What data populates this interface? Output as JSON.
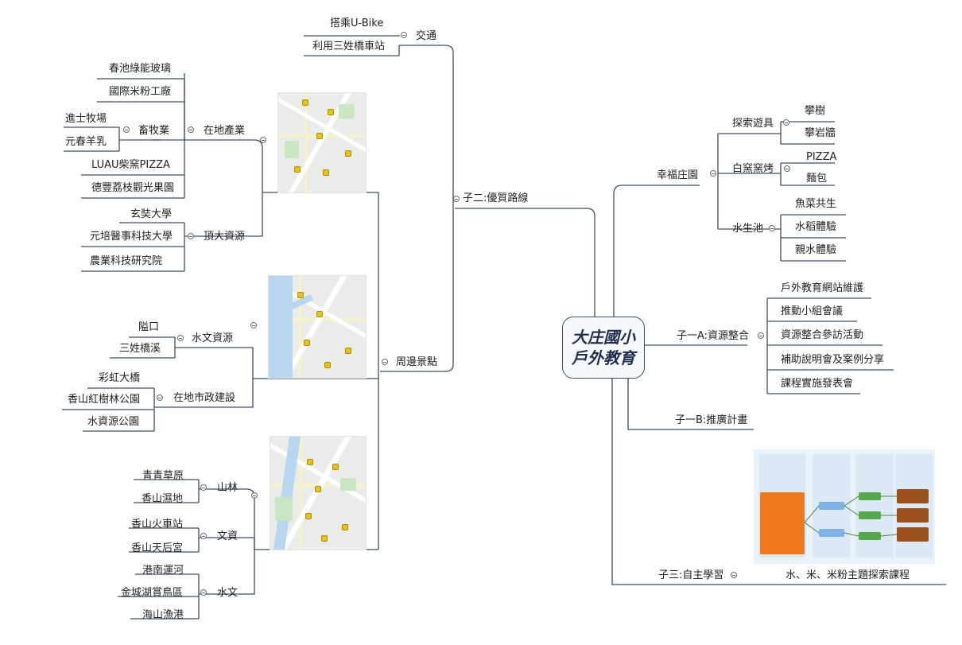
{
  "root": {
    "line1": "大庄國小",
    "line2": "戶外教育"
  },
  "right": {
    "happy": {
      "label": "幸福庄園",
      "explore": {
        "label": "探索遊具",
        "items": [
          "攀樹",
          "攀岩牆"
        ]
      },
      "oven": {
        "label": "白窯窯烤",
        "items": [
          "PIZZA",
          "麵包"
        ]
      },
      "pond": {
        "label": "水生池",
        "items": [
          "魚菜共生",
          "水稻體驗",
          "親水體驗"
        ]
      }
    },
    "resource": {
      "label": "子一A:資源整合",
      "items": [
        "戶外教育網站維護",
        "推動小組會議",
        "資源整合參訪活動",
        "補助說明會及案例分享",
        "課程實施發表會"
      ]
    },
    "promo": {
      "label": "子一B:推廣計畫"
    },
    "self": {
      "label": "子三:自主學習",
      "course": "水、米、米粉主題探索課程"
    }
  },
  "left": {
    "route": {
      "label": "子二:優質路線",
      "traffic": {
        "label": "交通",
        "items": [
          "搭乘U-Bike",
          "利用三姓橋車站"
        ]
      },
      "industry": {
        "label": "在地產業",
        "items": [
          "春池綠能玻璃",
          "國際米粉工廠",
          "LUAU柴窯PIZZA",
          "德豐荔枝觀光果園"
        ],
        "livestock": {
          "label": "畜牧業",
          "items": [
            "進士牧場",
            "元春羊乳"
          ]
        }
      },
      "college": {
        "label": "頂大資源",
        "items": [
          "玄奘大學",
          "元培醫事科技大學",
          "農業科技研究院"
        ]
      }
    },
    "scenic": {
      "label": "周邊景點",
      "water": {
        "label": "水文資源",
        "items": [
          "隘口",
          "三姓橋溪"
        ]
      },
      "civic": {
        "label": "在地市政建設",
        "items": [
          "彩虹大橋",
          "香山紅樹林公園",
          "水資源公園"
        ]
      },
      "forest": {
        "label": "山林",
        "items": [
          "青青草原",
          "香山濕地"
        ]
      },
      "culture": {
        "label": "文資",
        "items": [
          "香山火車站",
          "香山天后宮"
        ]
      },
      "hydro": {
        "label": "水文",
        "items": [
          "港南運河",
          "金城湖賞鳥區",
          "海山漁港"
        ]
      }
    }
  }
}
